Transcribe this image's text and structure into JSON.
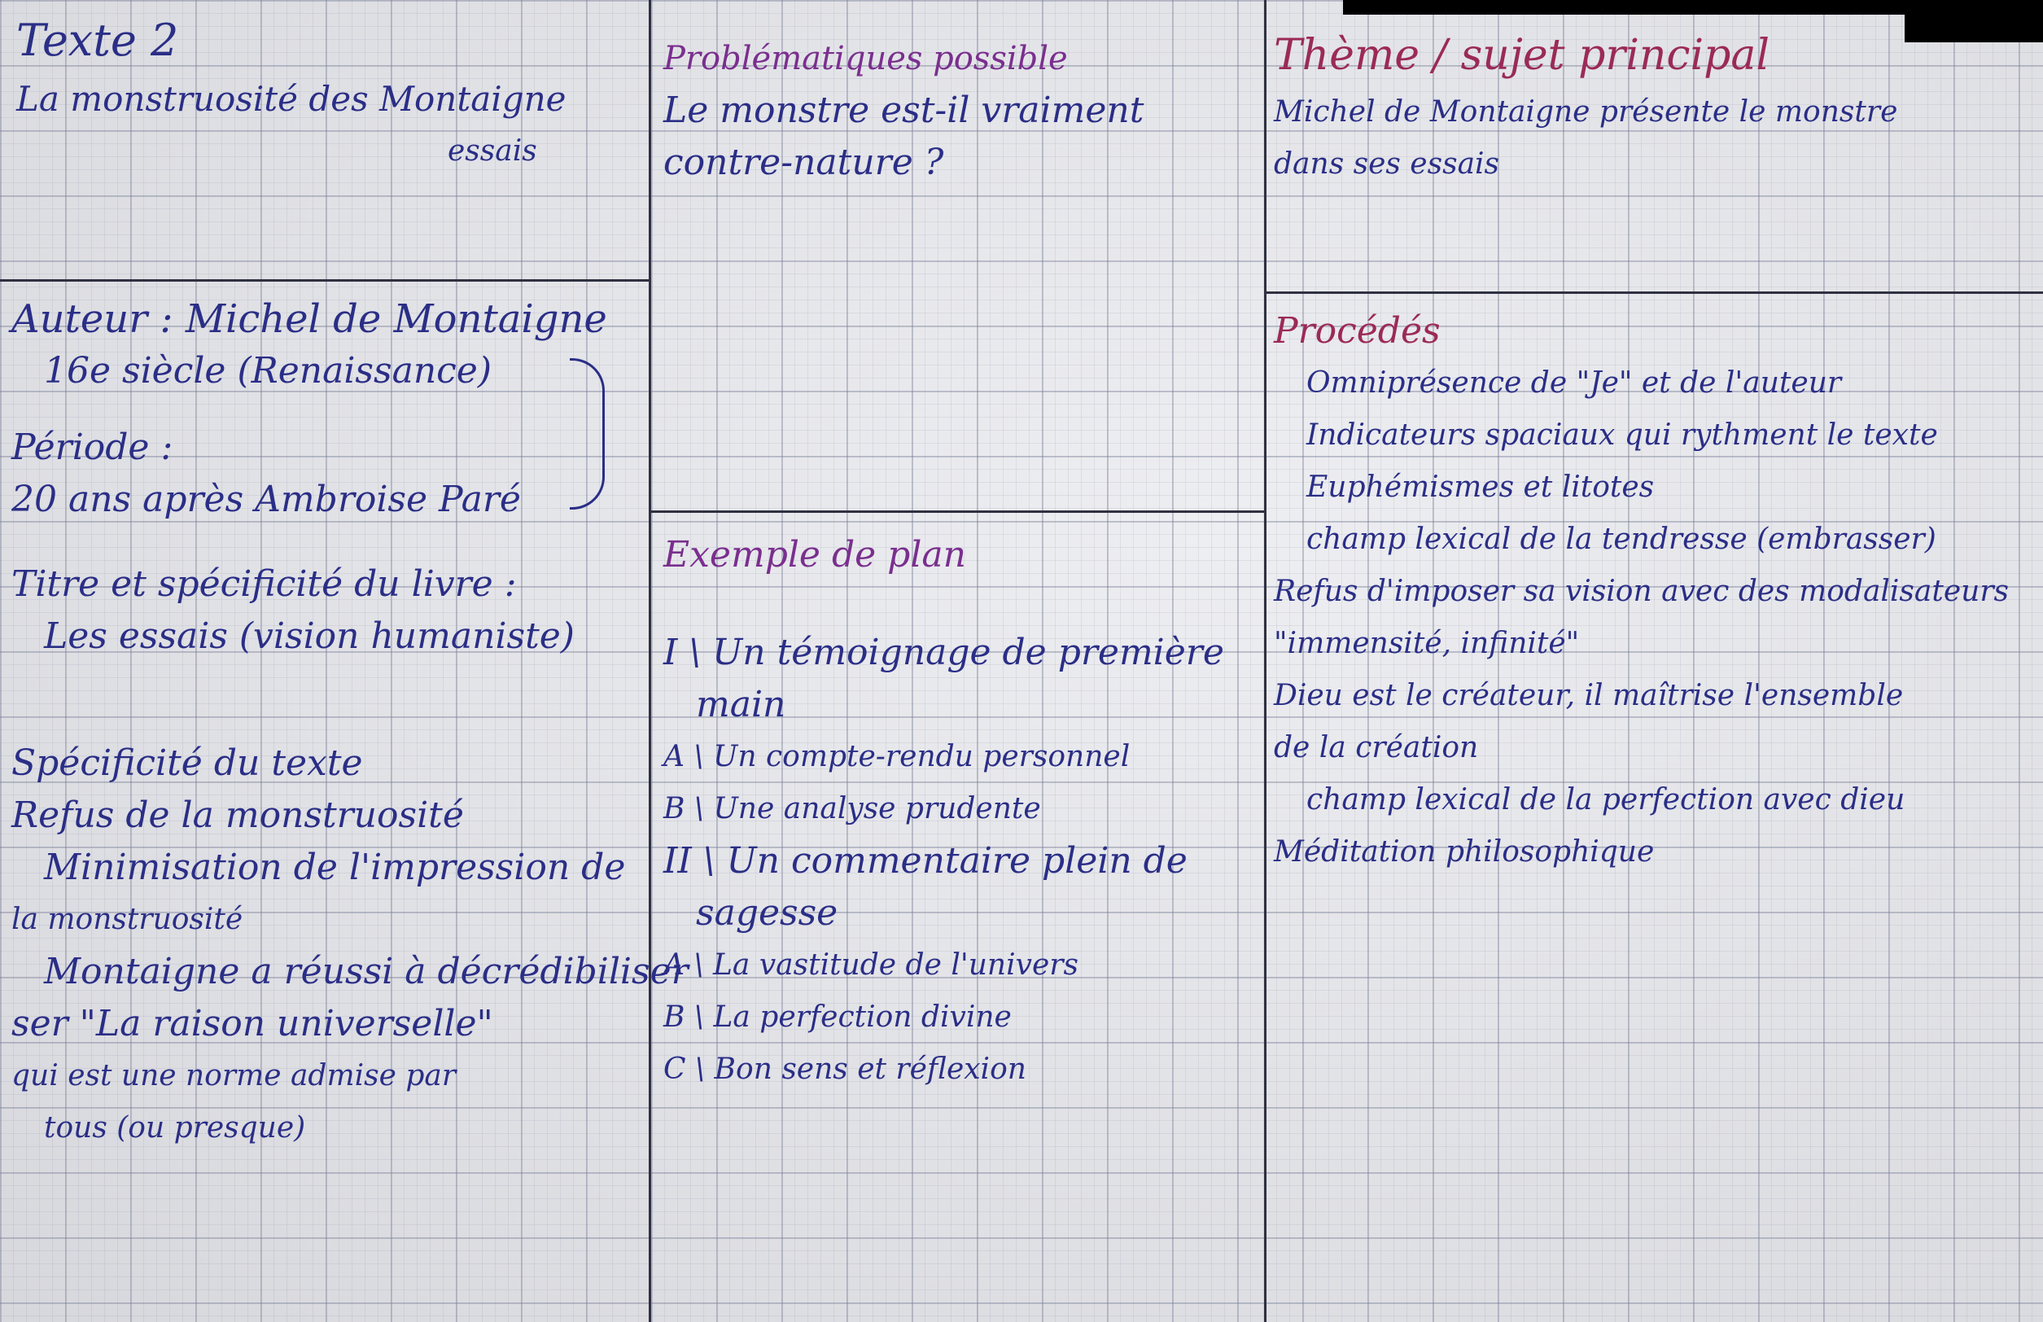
{
  "col1": {
    "texte": "Texte 2",
    "titre": "La monstruosité des Montaigne",
    "essais_note": "essais",
    "auteur_label": "Auteur :",
    "auteur_nom": "Michel de Montaigne",
    "siecle": "16e siècle (Renaissance)",
    "periode_label": "Période :",
    "periode_val": "20 ans après Ambroise Paré",
    "titre_spec_label": "Titre et spécificité du livre :",
    "titre_spec_val": "Les essais   (vision humaniste)",
    "spec_label": "Spécificité du texte",
    "spec_lines": [
      "Refus de la monstruosité",
      "Minimisation de l'impression de",
      "la monstruosité",
      "Montaigne a réussi à décrédibiliser",
      "ser \"La raison universelle\"",
      "qui est une norme admise par",
      "tous (ou presque)"
    ]
  },
  "col2": {
    "problematique_label": "Problématiques possible",
    "problematique_lines": [
      "Le monstre est-il vraiment",
      "contre-nature ?"
    ],
    "plan_label": "Exemple de plan",
    "plan_lines": [
      "I \\ Un témoignage de première",
      "main",
      "A \\ Un compte-rendu personnel",
      "B \\ Une analyse prudente",
      "II \\ Un commentaire plein de",
      "sagesse",
      "A \\ La vastitude de l'univers",
      "B \\ La perfection divine",
      "C \\ Bon sens et réflexion"
    ]
  },
  "col3": {
    "theme_label": "Thème / sujet principal",
    "theme_lines": [
      "Michel de Montaigne présente le monstre",
      "dans ses essais"
    ],
    "procedes_label": "Procédés",
    "procedes_lines": [
      "Omniprésence de \"Je\" et de l'auteur",
      "Indicateurs spaciaux qui rythment le texte",
      "Euphémismes et litotes",
      "champ lexical de la tendresse (embrasser)",
      "Refus d'imposer sa vision avec des modalisateurs",
      "\"immensité, infinité\"",
      "Dieu est le créateur, il maîtrise l'ensemble",
      "de la création",
      "champ lexical de la perfection avec dieu",
      "Méditation philosophique"
    ]
  }
}
